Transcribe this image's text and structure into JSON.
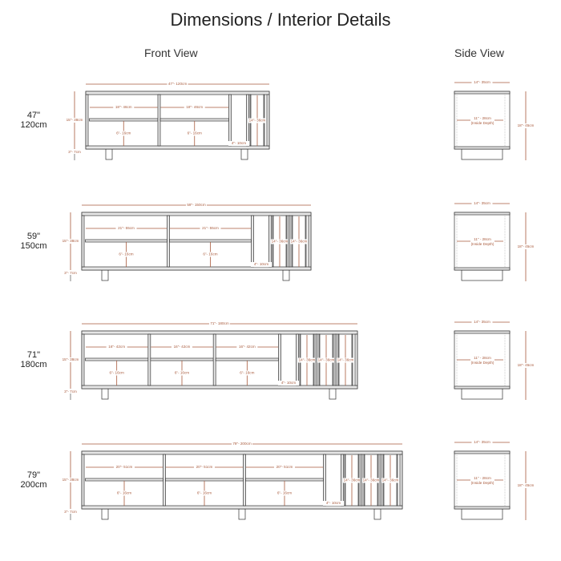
{
  "title": "Dimensions / Interior Details",
  "front_view_label": "Front View",
  "side_view_label": "Side View",
  "colors": {
    "dimension": "#a85a3c",
    "outline": "#333333",
    "panel": "#e6e6e6"
  },
  "rows": [
    {
      "size_in": "47\"",
      "size_cm": "120cm",
      "width": "47\"- 120cm",
      "height": "15\"- 38cm",
      "leg": "3\"- 7cm",
      "open_sections": 2,
      "open_width": "18\"- 46cm",
      "open_height": "6\"- 16cm",
      "narrow": "4\"- 10cm",
      "doors": 1,
      "door_height": "14\"- 36cm",
      "legs": 2
    },
    {
      "size_in": "59\"",
      "size_cm": "150cm",
      "width": "59\"- 150cm",
      "height": "15\"- 38cm",
      "leg": "3\"- 7cm",
      "open_sections": 2,
      "open_width": "21\"- 55cm",
      "open_height": "6\"- 16cm",
      "narrow": "4\"- 10cm",
      "doors": 2,
      "door_height": "14\"- 36cm",
      "legs": 2
    },
    {
      "size_in": "71\"",
      "size_cm": "180cm",
      "width": "71\"- 180cm",
      "height": "15\"- 38cm",
      "leg": "3\"- 7cm",
      "open_sections": 3,
      "open_width": "16\"- 42cm",
      "open_height": "6\"- 16cm",
      "narrow": "4\"- 10cm",
      "doors": 3,
      "door_height": "14\"- 36cm",
      "legs": 2
    },
    {
      "size_in": "79\"",
      "size_cm": "200cm",
      "width": "79\"- 200cm",
      "height": "15\"- 38cm",
      "leg": "3\"- 7cm",
      "open_sections": 3,
      "open_width": "20\"- 51cm",
      "open_height": "6\"- 16cm",
      "narrow": "4\"- 10cm",
      "doors": 3,
      "door_height": "14\"- 36cm",
      "legs": 3
    }
  ],
  "side": {
    "depth": "14\"- 35cm",
    "inside_depth": "11\" - 28cm",
    "inside_depth_note": "(Inside Depth)",
    "height": "18\"- 45cm"
  }
}
